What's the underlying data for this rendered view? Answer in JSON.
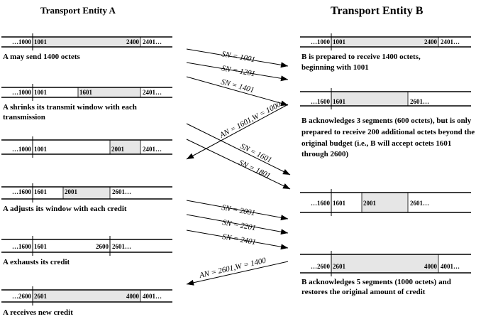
{
  "title_a": "Transport Entity A",
  "title_b": "Transport Entity B",
  "a_states": [
    {
      "left": "…1000",
      "start": "1001",
      "win_start": "",
      "win_end": "2400",
      "right": "2401…",
      "caption": [
        "A may send 1400 octets"
      ]
    },
    {
      "left": "…1000",
      "start": "1001",
      "win_start": "1601",
      "win_end": "",
      "right": "2401…",
      "caption": [
        "A shrinks its transmit window with each",
        "transmission"
      ]
    },
    {
      "left": "…1000",
      "start": "1001",
      "win_start": "2001",
      "win_end": "",
      "right": "2401…",
      "caption": []
    },
    {
      "left": "…1600",
      "start": "1601",
      "win_start": "2001",
      "win_end": "",
      "right": "2601…",
      "caption": [
        "A adjusts its window with each credit"
      ]
    },
    {
      "left": "…1600",
      "start": "1601",
      "win_start": "",
      "win_end": "2600",
      "right": "2601…",
      "caption": [
        "A exhausts its credit"
      ]
    },
    {
      "left": "…2600",
      "start": "2601",
      "win_start": "",
      "win_end": "4000",
      "right": "4001…",
      "caption": [
        "A receives new credit"
      ]
    }
  ],
  "b_states": [
    {
      "left": "…1000",
      "start": "1001",
      "win_start": "",
      "win_end": "2400",
      "right": "2401…",
      "caption": [
        "B is prepared to receive 1400 octets,",
        "beginning with 1001"
      ]
    },
    {
      "left": "…1600",
      "start": "1601",
      "win_start": "",
      "win_end": "",
      "right": "2601…",
      "caption": [
        "B acknowledges 3 segments (600 octets), but is only",
        "prepared to receive 200 additional octets beyond the",
        "original budget (i.e., B will accept octets 1601",
        "through 2600)"
      ]
    },
    {
      "left": "…1600",
      "start": "1601",
      "win_start": "2001",
      "win_end": "",
      "right": "2601…",
      "caption": []
    },
    {
      "left": "…2600",
      "start": "2601",
      "win_start": "",
      "win_end": "4000",
      "right": "4001…",
      "caption": [
        "B acknowledges 5 segments (1000 octets) and",
        "restores the original amount of credit"
      ]
    }
  ],
  "messages": [
    {
      "label": "SN = 1001",
      "direction": "A→B"
    },
    {
      "label": "SN = 1201",
      "direction": "A→B"
    },
    {
      "label": "SN = 1401",
      "direction": "A→B"
    },
    {
      "label": "AN = 1601,W = 1000",
      "direction": "B→A"
    },
    {
      "label": "SN = 1601",
      "direction": "A→B"
    },
    {
      "label": "SN = 1801",
      "direction": "A→B"
    },
    {
      "label": "SN = 2001",
      "direction": "A→B"
    },
    {
      "label": "SN = 2201",
      "direction": "A→B"
    },
    {
      "label": "SN = 2401",
      "direction": "A→B"
    },
    {
      "label": "AN = 2601,W = 1400",
      "direction": "B→A"
    }
  ]
}
